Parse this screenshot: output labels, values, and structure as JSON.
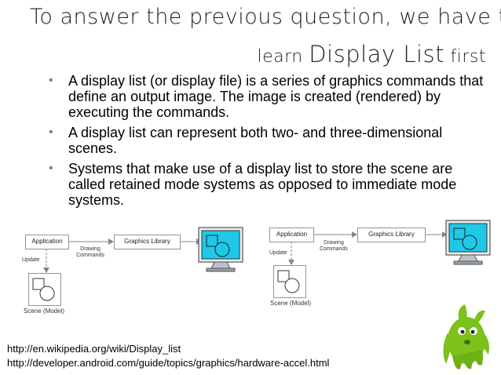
{
  "slide": {
    "title_line1": "To answer the previous question, we have to",
    "title_line2_pre": "learn ",
    "title_line2_term": "Display List",
    "title_line2_post": " first",
    "bullets": [
      "A display list (or display file) is a series of graphics commands that define an output image. The image is created (rendered) by executing the commands.",
      "A display list can represent both two- and three-dimensional scenes.",
      "Systems that make use of a display list to store the scene are called retained mode systems as opposed to immediate mode systems."
    ],
    "links": [
      "http://en.wikipedia.org/wiki/Display_list",
      "http://developer.android.com/guide/topics/graphics/hardware-accel.html"
    ]
  },
  "diagrams": [
    {
      "application": "Application",
      "graphics_library": "Graphics Library",
      "drawing_commands_1": "Drawing",
      "drawing_commands_2": "Commands",
      "update": "Update",
      "scene": "Scene (Model)"
    },
    {
      "application": "Application",
      "graphics_library": "Graphics Library",
      "drawing_commands_1": "Drawing",
      "drawing_commands_2": "Commands",
      "update": "Update",
      "scene": "Scene (Model)"
    }
  ],
  "colors": {
    "monitor_screen": "#1ec8e8",
    "mascot_green": "#7cc21a"
  }
}
